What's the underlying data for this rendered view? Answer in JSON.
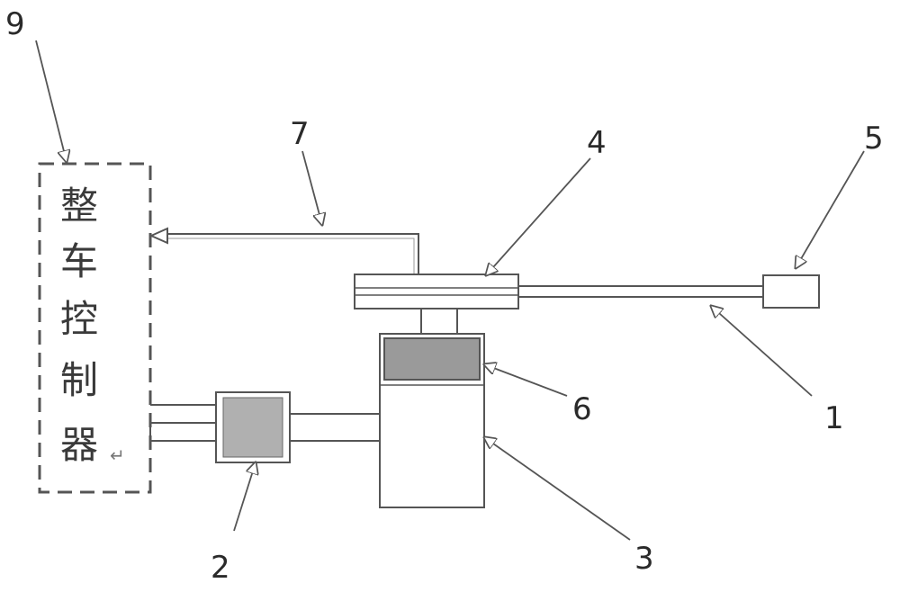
{
  "labels": {
    "l1": "1",
    "l2": "2",
    "l3": "3",
    "l4": "4",
    "l5": "5",
    "l6": "6",
    "l7": "7",
    "l9": "9"
  },
  "controller": {
    "chars": [
      "整",
      "车",
      "控",
      "制",
      "器"
    ],
    "return_mark": "↵"
  },
  "colors": {
    "line": "#555555",
    "block_fill": "#9a9a9a",
    "block_fill_light": "#b0b0b0"
  }
}
